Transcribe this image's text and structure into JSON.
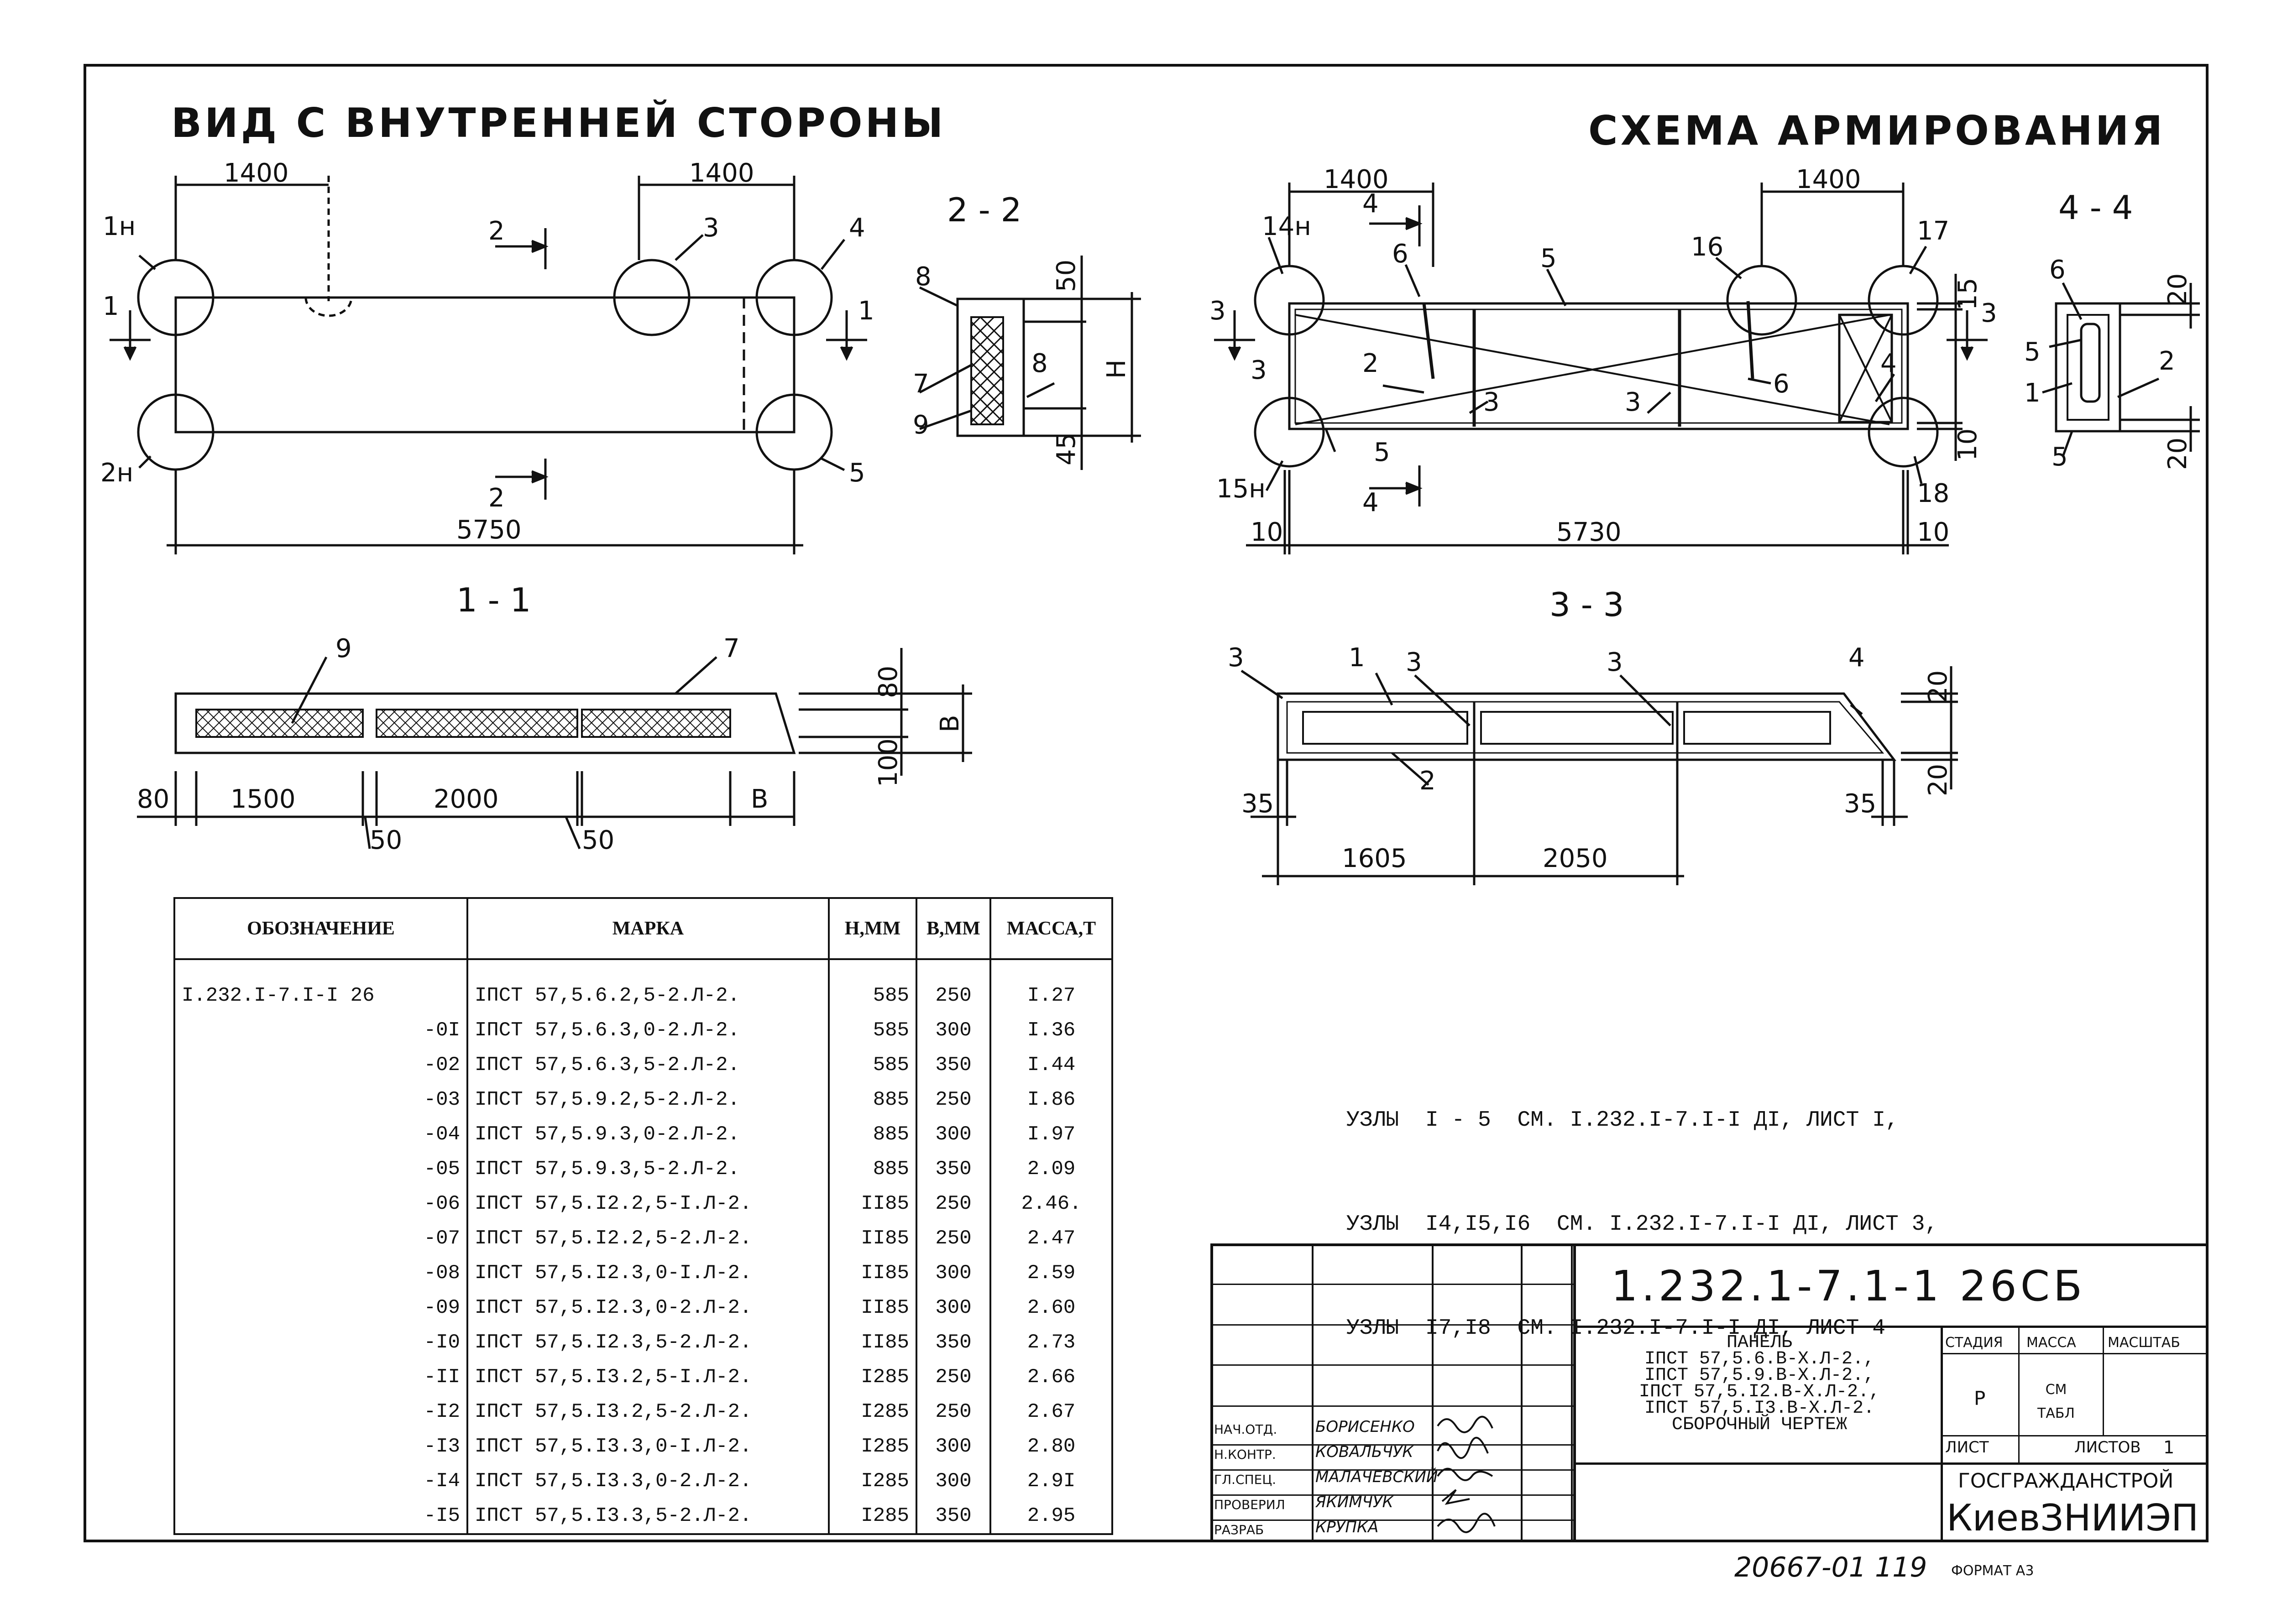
{
  "titles": {
    "left": "ВИД С ВНУТРЕННЕЙ СТОРОНЫ",
    "right": "СХЕМА АРМИРОВАНИЯ"
  },
  "section_labels": {
    "s11": "1 - 1",
    "s22": "2 - 2",
    "s33": "3 - 3",
    "s44": "4 - 4"
  },
  "view": {
    "dim_left": "1400",
    "dim_right": "1400",
    "dim_total": "5750",
    "nodes": [
      "1н",
      "2н",
      "3",
      "4",
      "5"
    ],
    "cut_marks": [
      "1",
      "1",
      "2",
      "2"
    ]
  },
  "section22": {
    "labels": [
      "8",
      "7",
      "9",
      "8"
    ],
    "dims": [
      "50",
      "Н",
      "45"
    ]
  },
  "section11": {
    "labels": [
      "9",
      "7"
    ],
    "dims_bottom": [
      "80",
      "1500",
      "2000",
      "В",
      "50",
      "50"
    ],
    "dims_right": [
      "80",
      "В",
      "100"
    ]
  },
  "rebar": {
    "dim_left": "1400",
    "dim_right": "1400",
    "dim_total": "5730",
    "dim_edges": [
      "10",
      "10",
      "10",
      "15"
    ],
    "node_labels": [
      "14н",
      "15н",
      "16",
      "17",
      "18"
    ],
    "bar_labels": [
      "6",
      "5",
      "2",
      "3",
      "3",
      "3",
      "6",
      "4",
      "5",
      "3",
      "3",
      "4",
      "4"
    ]
  },
  "section33": {
    "labels": [
      "3",
      "1",
      "3",
      "3",
      "4",
      "2"
    ],
    "dims": [
      "35",
      "1605",
      "2050",
      "35",
      "20",
      "20"
    ]
  },
  "section44": {
    "labels": [
      "6",
      "5",
      "1",
      "2",
      "5"
    ],
    "dims": [
      "20",
      "20"
    ]
  },
  "spec_table": {
    "headers": [
      "ОБОЗНАЧЕНИЕ",
      "МАРКА",
      "Н,ММ",
      "В,ММ",
      "МАССА,Т"
    ],
    "rows": [
      [
        "I.232.I-7.I-I 26",
        "IПСТ 57,5.6.2,5-2.Л-2.",
        "585",
        "250",
        "I.27"
      ],
      [
        "-0I",
        "IПСТ 57,5.6.3,0-2.Л-2.",
        "585",
        "300",
        "I.36"
      ],
      [
        "-02",
        "IПСТ 57,5.6.3,5-2.Л-2.",
        "585",
        "350",
        "I.44"
      ],
      [
        "-03",
        "IПСТ 57,5.9.2,5-2.Л-2.",
        "885",
        "250",
        "I.86"
      ],
      [
        "-04",
        "IПСТ 57,5.9.3,0-2.Л-2.",
        "885",
        "300",
        "I.97"
      ],
      [
        "-05",
        "IПСТ 57,5.9.3,5-2.Л-2.",
        "885",
        "350",
        "2.09"
      ],
      [
        "-06",
        "IПСТ 57,5.I2.2,5-I.Л-2.",
        "II85",
        "250",
        "2.46."
      ],
      [
        "-07",
        "IПСТ 57,5.I2.2,5-2.Л-2.",
        "II85",
        "250",
        "2.47"
      ],
      [
        "-08",
        "IПСТ 57,5.I2.3,0-I.Л-2.",
        "II85",
        "300",
        "2.59"
      ],
      [
        "-09",
        "IПСТ 57,5.I2.3,0-2.Л-2.",
        "II85",
        "300",
        "2.60"
      ],
      [
        "-I0",
        "IПСТ 57,5.I2.3,5-2.Л-2.",
        "II85",
        "350",
        "2.73"
      ],
      [
        "-II",
        "IПСТ 57,5.I3.2,5-I.Л-2.",
        "I285",
        "250",
        "2.66"
      ],
      [
        "-I2",
        "IПСТ 57,5.I3.2,5-2.Л-2.",
        "I285",
        "250",
        "2.67"
      ],
      [
        "-I3",
        "IПСТ 57,5.I3.3,0-I.Л-2.",
        "I285",
        "300",
        "2.80"
      ],
      [
        "-I4",
        "IПСТ 57,5.I3.3,0-2.Л-2.",
        "I285",
        "300",
        "2.9I"
      ],
      [
        "-I5",
        "IПСТ 57,5.I3.3,5-2.Л-2.",
        "I285",
        "350",
        "2.95"
      ]
    ]
  },
  "notes": [
    "УЗЛЫ  I - 5  СМ. I.232.I-7.I-I ДI, ЛИСТ I,",
    "УЗЛЫ  I4,I5,I6  СМ. I.232.I-7.I-I ДI, ЛИСТ 3,",
    "УЗЛЫ  I7,I8  СМ. I.232.I-7.I-I ДI, ЛИСТ 4"
  ],
  "title_block": {
    "code": "1.232.1-7.1-1 26СБ",
    "desc": [
      "ПАНЕЛЬ",
      "IПСТ 57,5.6.В-Х.Л-2.,",
      "IПСТ 57,5.9.В-Х.Л-2.,",
      "IПСТ 57,5.I2.В-Х.Л-2.,",
      "IПСТ 57,5.I3.В-Х.Л-2.",
      "СБОРОЧНЫЙ ЧЕРТЕЖ"
    ],
    "stage_header": "СТАДИЯ",
    "mass_header": "МАССА",
    "scale_header": "МАСШТАБ",
    "stage": "Р",
    "mass": "СМ\nТАБЛ",
    "sheet_label": "ЛИСТ",
    "sheets_label": "ЛИСТОВ",
    "sheets": "1",
    "org1": "ГОСГРАЖДАНСТРОЙ",
    "org2": "КиевЗНИИЭП",
    "roles": [
      "НАЧ.ОТД.",
      "Н.КОНТР.",
      "ГЛ.СПЕЦ.",
      "ПРОВЕРИЛ",
      "РАЗРАБ"
    ],
    "names": [
      "БОРИСЕНКО",
      "КОВАЛЬЧУК",
      "МАЛАЧЕВСКИЙ",
      "ЯКИМЧУК",
      "КРУПКА"
    ]
  },
  "footer": {
    "inv": "20667-01  119",
    "format": "ФОРМАТ А3"
  }
}
